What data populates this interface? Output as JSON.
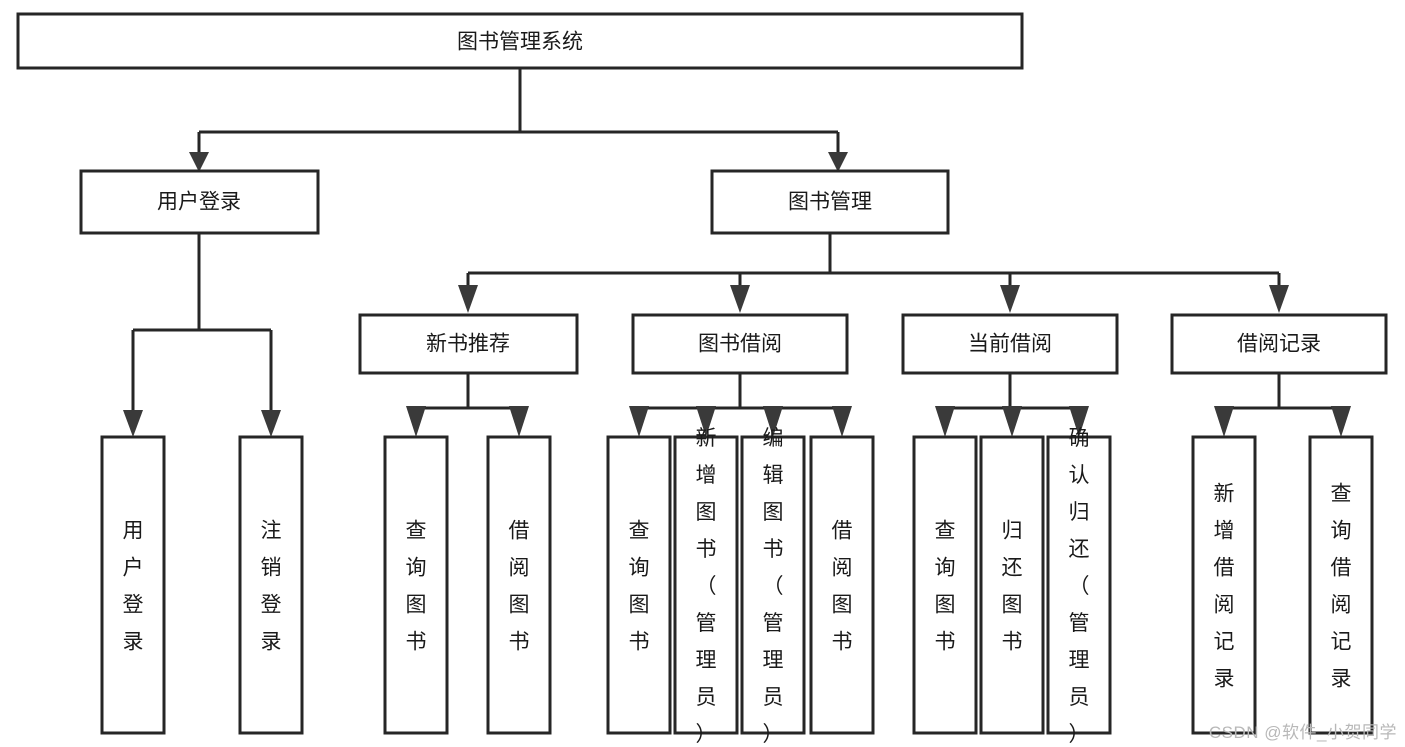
{
  "diagram": {
    "type": "tree-hierarchy",
    "title": "图书管理系统",
    "orientation": "top-down",
    "colors": {
      "box_fill": "#ffffff",
      "box_stroke": "#262626",
      "connector": "#262626",
      "text": "#1a1a1a",
      "watermark": "#b8b8b8",
      "background": "#ffffff"
    },
    "levels": {
      "root": {
        "label": "图书管理系统"
      },
      "level2": [
        {
          "label": "用户登录"
        },
        {
          "label": "图书管理"
        }
      ],
      "level3": [
        {
          "label": "新书推荐"
        },
        {
          "label": "图书借阅"
        },
        {
          "label": "当前借阅"
        },
        {
          "label": "借阅记录"
        }
      ]
    },
    "nodes": {
      "root": "图书管理系统",
      "user_login": "用户登录",
      "book_manage": "图书管理",
      "new_book_rec": "新书推荐",
      "book_borrow": "图书借阅",
      "current_borrow": "当前借阅",
      "borrow_record": "借阅记录",
      "leaf_user_login": "用户登录",
      "leaf_logout": "注销登录",
      "leaf_query_book_1": "查询图书",
      "leaf_borrow_book_1": "借阅图书",
      "leaf_query_book_2": "查询图书",
      "leaf_add_book": "新增图书（管理员）",
      "leaf_edit_book": "编辑图书（管理员）",
      "leaf_borrow_book_2": "借阅图书",
      "leaf_query_book_3": "查询图书",
      "leaf_return_book": "归还图书",
      "leaf_confirm_return": "确认归还（管理员）",
      "leaf_add_record": "新增借阅记录",
      "leaf_query_record": "查询借阅记录"
    },
    "groups": {
      "user_login_children": [
        "用户登录",
        "注销登录"
      ],
      "new_book_children": [
        "查询图书",
        "借阅图书"
      ],
      "book_borrow_children": [
        "查询图书",
        "新增图书（管理员）",
        "编辑图书（管理员）",
        "借阅图书"
      ],
      "current_borrow_children": [
        "查询图书",
        "归还图书",
        "确认归还（管理员）"
      ],
      "borrow_record_children": [
        "新增借阅记录",
        "查询借阅记录"
      ]
    }
  },
  "watermark": {
    "text": "CSDN @软件_小贺同学"
  }
}
